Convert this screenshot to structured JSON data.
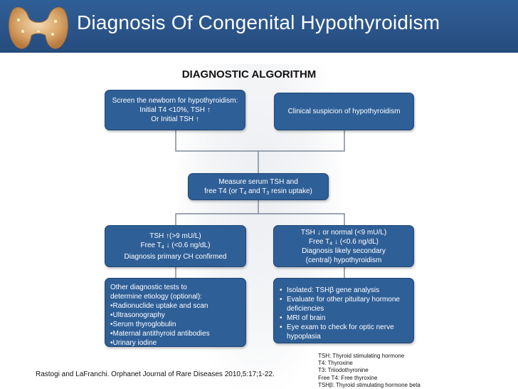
{
  "header": {
    "title": "Diagnosis Of Congenital Hypothyroidism"
  },
  "subtitle": "DIAGNOSTIC ALGORITHM",
  "boxes": {
    "screen": {
      "line1": "Screen the newborn for hypothyroidism:",
      "line2": "Initial T4 <10%, TSH ↑",
      "line3": "Or Initial TSH ↑"
    },
    "clinical": {
      "line1": "Clinical suspicion of  hypothyroidism"
    },
    "measure": {
      "line1": "Measure serum TSH and",
      "line2_a": "free T4 (or T",
      "line2_sub1": "4",
      "line2_b": " and T",
      "line2_sub2": "3",
      "line2_c": " resin uptake)"
    },
    "primary": {
      "line1": "TSH ↑(>9 mU/L)",
      "line2_a": "Free T",
      "line2_sub": "4",
      "line2_b": " ↓ (<0.6 ng/dL)",
      "line3": "Diagnosis primary CH confirmed"
    },
    "secondary": {
      "line1": "TSH ↓ or normal (<9 mU/L)",
      "line2_a": "Free T",
      "line2_sub": "4",
      "line2_b": " ↓ (<0.6 ng/dL)",
      "line3": "Diagnosis likely secondary",
      "line4": "(central) hypothyroidism"
    },
    "other_tests": {
      "items": [
        "Other diagnostic tests to",
        "determine etiology (optional):",
        "•Radionuclide uptake and scan",
        "•Ultrasonography",
        "•Serum thyroglobulin",
        "•Maternal antithyroid antibodies",
        "•Urinary iodine"
      ]
    },
    "central_tests": {
      "bullet": "•",
      "items": [
        "Isolated: TSHβ gene analysis",
        "Evaluate for other pituitary hormone",
        "deficiencies",
        "MRI of brain",
        "Eye exam to check for optic nerve",
        "hypoplasia"
      ]
    }
  },
  "citation": "Rastogi and LaFranchi. Orphanet Journal of Rare Diseases 2010,5:17;1-22.",
  "glossary": [
    "TSH: Thyroid stimulating hormone",
    "T4: Thyroxine",
    "T3: Triiodothyronine",
    "Free T4: Free thyroxine",
    "TSHβ: Thyroid stimulating hormone beta"
  ],
  "colors": {
    "header_bg": "#2a5388",
    "box_bg": "#2f5f97",
    "connector": "#7f8a99",
    "text_dark": "#111111"
  }
}
